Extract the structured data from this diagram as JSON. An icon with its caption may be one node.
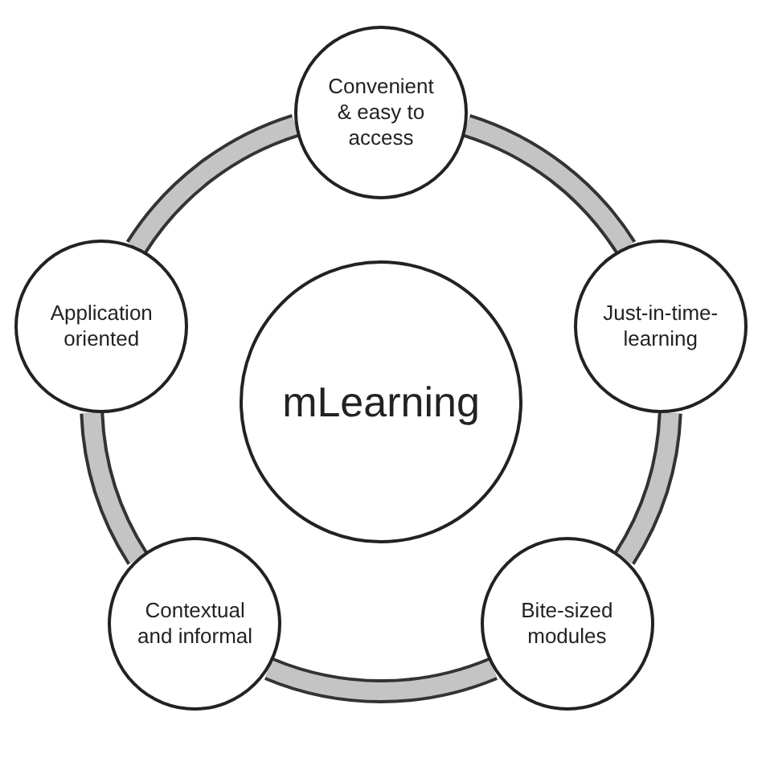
{
  "diagram": {
    "nodes": [
      {
        "text": [
          "mLearning"
        ]
      },
      {
        "text": [
          "Convenient & easy to access"
        ]
      },
      {
        "text": [
          "Just-in-time-learning"
        ]
      },
      {
        "text": [
          "Bite-sized modules"
        ]
      },
      {
        "text": [
          "Contextual and informal"
        ]
      },
      {
        "text": [
          "Application oriented"
        ]
      }
    ],
    "edges": [
      {
        "from": 1,
        "to": 2,
        "arrow": "none"
      },
      {
        "from": 2,
        "to": 3,
        "arrow": "none"
      },
      {
        "from": 3,
        "to": 4,
        "arrow": "none"
      },
      {
        "from": 4,
        "to": 5,
        "arrow": "none"
      },
      {
        "from": 5,
        "to": 1,
        "arrow": "none"
      }
    ]
  }
}
